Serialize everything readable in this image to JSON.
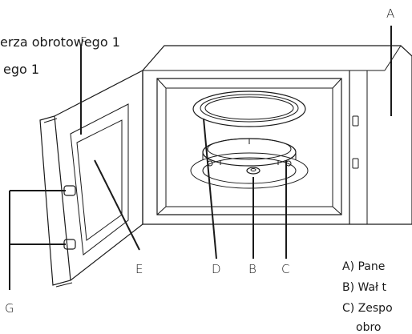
{
  "heading": {
    "line1": "erza obrotowego 1",
    "line2": "ego 1"
  },
  "callouts": {
    "A": "A",
    "B": "B",
    "C": "C",
    "D": "D",
    "E": "E",
    "F": "F",
    "G": "G"
  },
  "legend": [
    "A) Pane",
    "B) Wał t",
    "C) Zespo",
    "obro"
  ]
}
